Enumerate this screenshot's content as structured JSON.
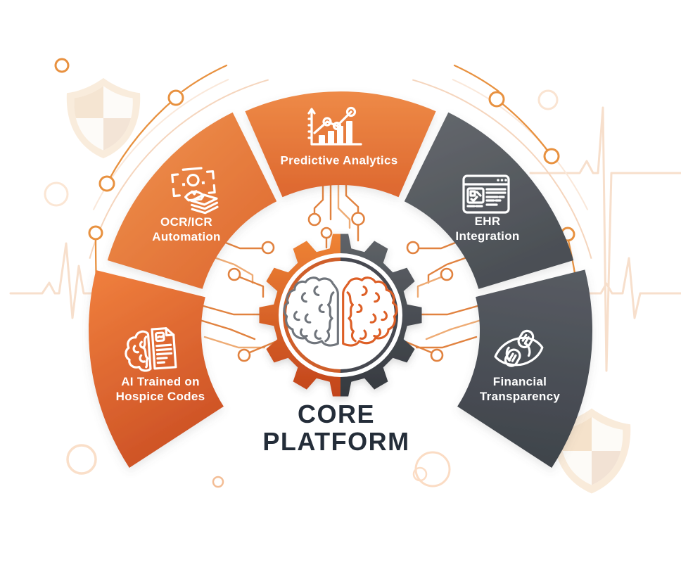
{
  "title": {
    "line1": "CORE",
    "line2": "PLATFORM"
  },
  "segments": [
    {
      "name": "ai-trained-on-hospice-codes",
      "lines": [
        "AI Trained on",
        "Hospice Codes"
      ],
      "icon": "brain-document-icon",
      "color_start": "#ee7d3c",
      "color_end": "#cb4f24"
    },
    {
      "name": "ocr-icr-automation",
      "lines": [
        "OCR/ICR",
        "Automation"
      ],
      "icon": "person-scan-stack-icon",
      "color_start": "#f0944f",
      "color_end": "#de6830"
    },
    {
      "name": "predictive-analytics",
      "lines": [
        "Predictive Analytics"
      ],
      "icon": "bar-chart-trend-icon",
      "color_start": "#ee8a47",
      "color_end": "#dd672f"
    },
    {
      "name": "ehr-integration",
      "lines": [
        "EHR",
        "Integration"
      ],
      "icon": "ehr-window-icon",
      "color_start": "#65696e",
      "color_end": "#4b4f55"
    },
    {
      "name": "financial-transparency",
      "lines": [
        "Financial",
        "Transparency"
      ],
      "icon": "eye-chain-link-icon",
      "color_start": "#575b62",
      "color_end": "#3e434a"
    }
  ],
  "center": {
    "icon": "gear-brain-icon",
    "gear_left_top": "#ef8435",
    "gear_left_bottom": "#c2441c",
    "gear_right_top": "#5f6368",
    "gear_right_bottom": "#35393f",
    "ring_left": "#cf5f2b",
    "ring_right": "#464a51",
    "brain_left": "#6f747b",
    "brain_right": "#dd5f27"
  },
  "decor": {
    "circuit": "#e1823f",
    "node_arc": "#e8913f",
    "thin_arc": "#f5d5bd",
    "thin_arc_2": "#fae8da",
    "watermark_line": "#f7dfcc",
    "shield_fill": "#f9e9d7",
    "title_color": "#242d39"
  }
}
